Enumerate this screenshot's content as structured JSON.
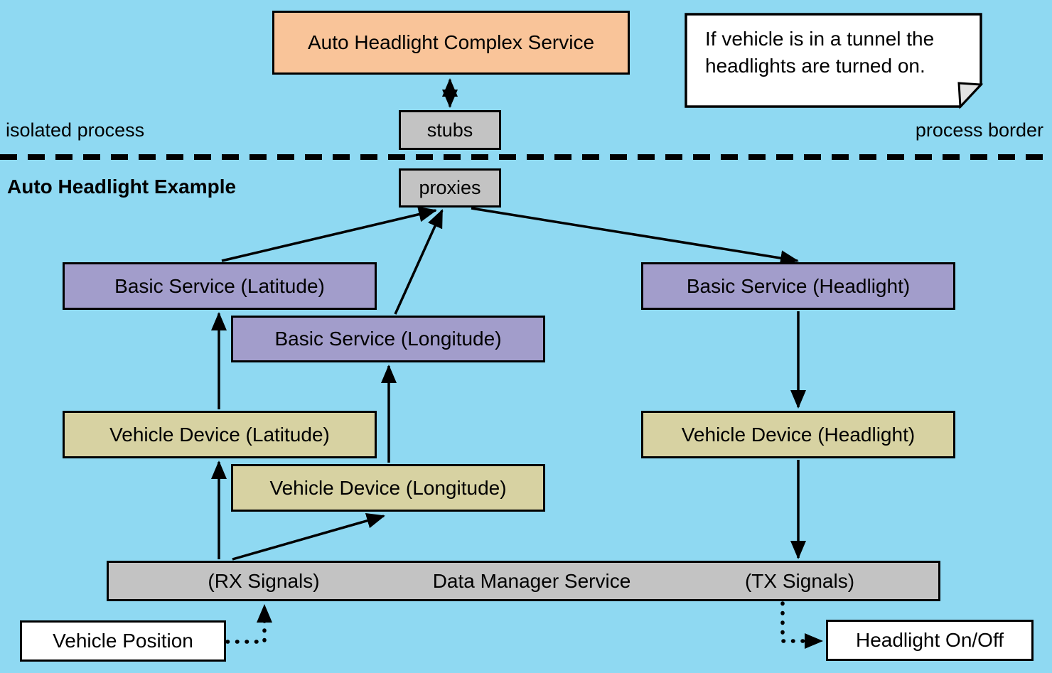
{
  "colors": {
    "background": "#8FD9F2",
    "complex_service_fill": "#F9C499",
    "basic_service_fill": "#A29DCB",
    "vehicle_device_fill": "#D7D2A2",
    "gray_fill": "#C3C3C3",
    "note_fill": "#FFFFFF",
    "io_box_fill": "#FFFFFF",
    "line_color": "#000000"
  },
  "annotations": {
    "isolated_process": "isolated process",
    "process_border": "process border",
    "example_title": "Auto Headlight Example",
    "note_text": "If vehicle is in a tunnel the headlights are turned on."
  },
  "nodes": {
    "complex_service": {
      "label": "Auto Headlight Complex Service"
    },
    "stubs": {
      "label": "stubs"
    },
    "proxies": {
      "label": "proxies"
    },
    "basic_latitude": {
      "label": "Basic Service (Latitude)"
    },
    "basic_longitude": {
      "label": "Basic Service (Longitude)"
    },
    "basic_headlight": {
      "label": "Basic Service (Headlight)"
    },
    "device_latitude": {
      "label": "Vehicle Device (Latitude)"
    },
    "device_longitude": {
      "label": "Vehicle Device (Longitude)"
    },
    "device_headlight": {
      "label": "Vehicle Device (Headlight)"
    },
    "data_manager": {
      "rx_label": "(RX Signals)",
      "label": "Data Manager Service",
      "tx_label": "(TX Signals)"
    },
    "vehicle_position": {
      "label": "Vehicle Position"
    },
    "headlight_onoff": {
      "label": "Headlight On/Off"
    }
  }
}
